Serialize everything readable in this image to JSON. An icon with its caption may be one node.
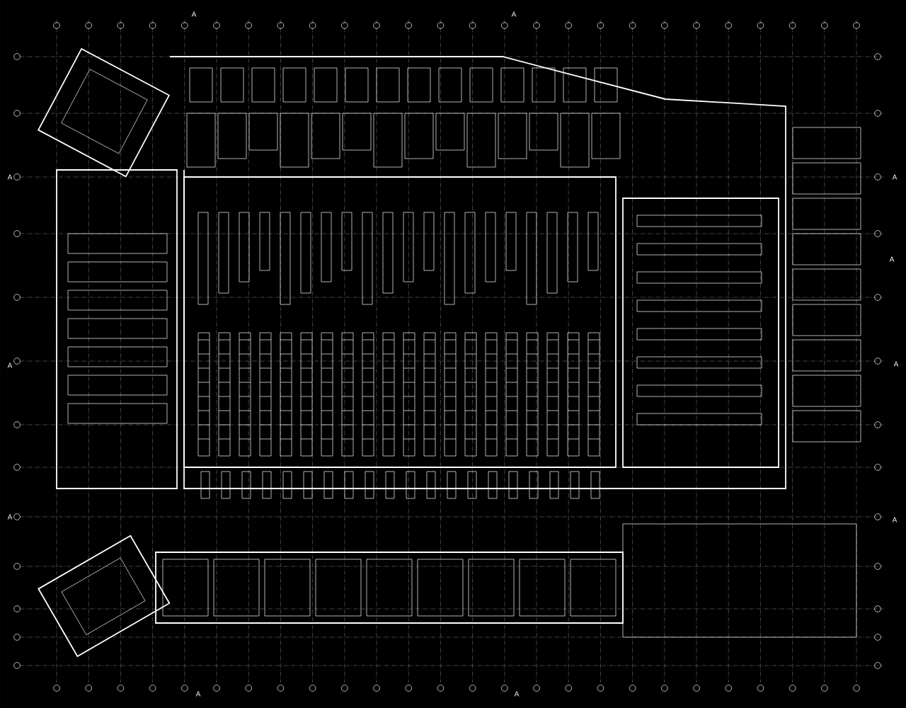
{
  "diagram": {
    "labels": [
      "A",
      "A",
      "A",
      "A",
      "A",
      "A",
      "A",
      "A",
      "A",
      "A",
      "A"
    ]
  }
}
